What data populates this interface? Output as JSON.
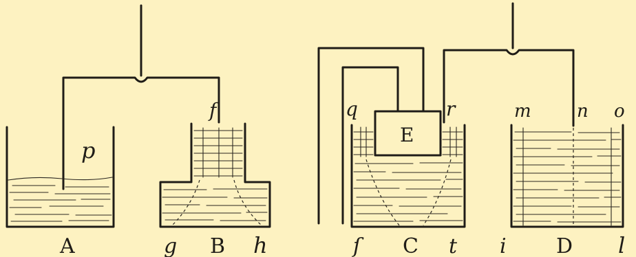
{
  "figure": {
    "labels": {
      "A": "A",
      "B": "B",
      "C": "C",
      "D": "D",
      "E": "E",
      "p": "p",
      "f": "f",
      "g": "g",
      "h": "h",
      "q": "q",
      "r": "r",
      "s": "ſ",
      "t": "t",
      "i": "i",
      "m": "m",
      "n": "n",
      "o": "o",
      "l": "l"
    }
  }
}
